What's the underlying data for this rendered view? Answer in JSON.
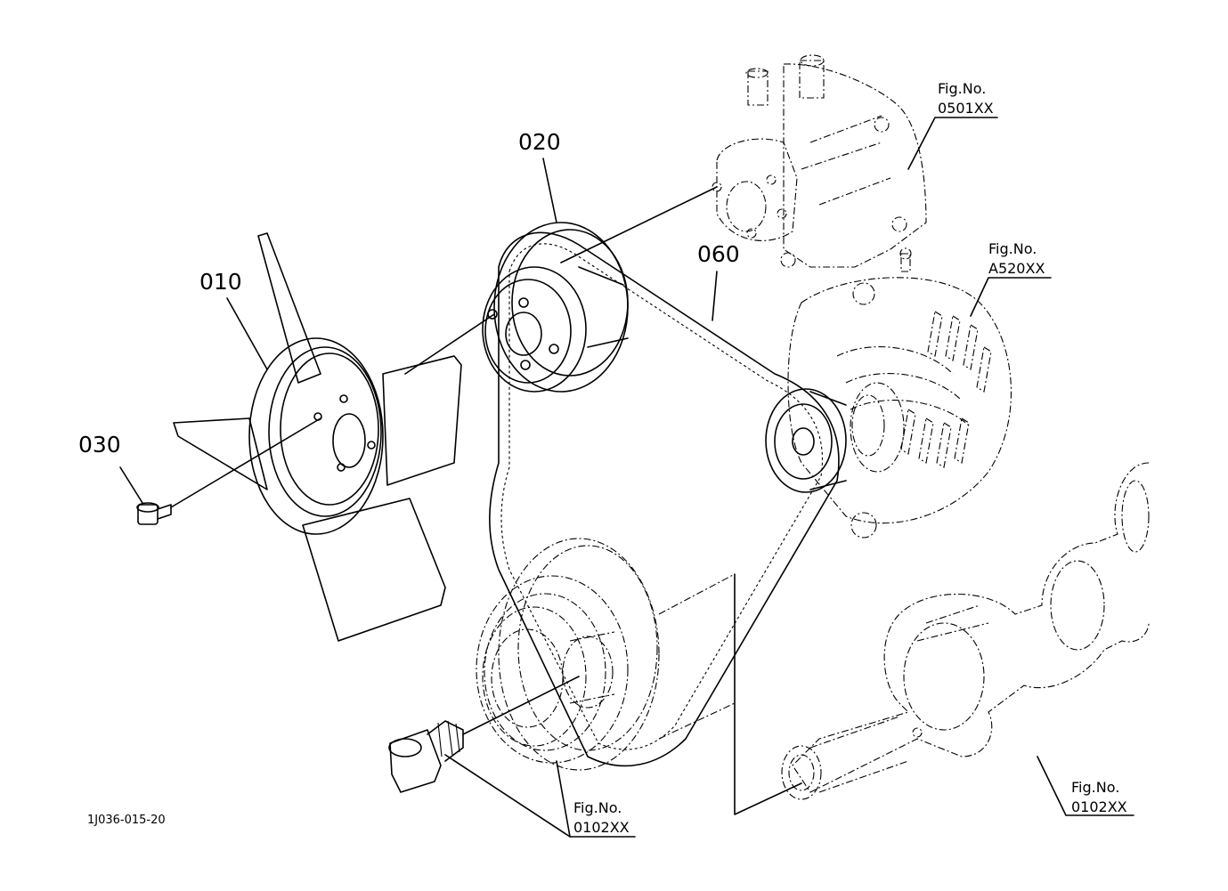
{
  "parts": [
    {
      "number": "010",
      "name_icon": "cooling-fan-icon"
    },
    {
      "number": "020",
      "name_icon": "fan-pulley-icon"
    },
    {
      "number": "030",
      "name_icon": "bolt-icon"
    },
    {
      "number": "060",
      "name_icon": "v-belt-icon"
    }
  ],
  "figure_refs": [
    {
      "caption": "Fig.No.",
      "code": "0501XX"
    },
    {
      "caption": "Fig.No.",
      "code": "A520XX"
    },
    {
      "caption": "Fig.No.",
      "code": "0102XX"
    },
    {
      "caption": "Fig.No.",
      "code": "0102XX"
    }
  ],
  "drawing_code": "1J036-015-20",
  "colors": {
    "line": "#000000",
    "background": "#ffffff"
  }
}
